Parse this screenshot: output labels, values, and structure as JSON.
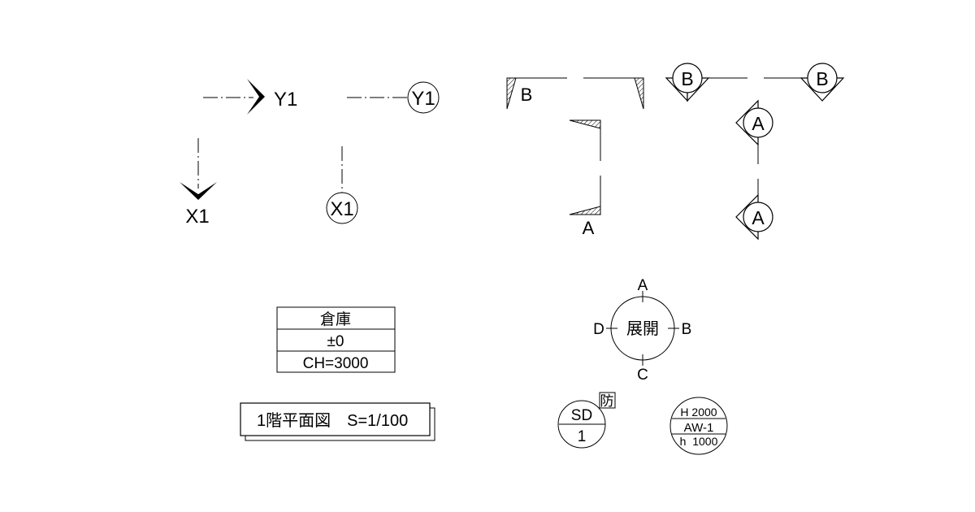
{
  "grid_axes": {
    "y_axis_label": "Y1",
    "x_axis_label": "X1",
    "y_axis_label_circled": "Y1",
    "x_axis_label_circled": "X1"
  },
  "section_marks": {
    "flag_label_b": "B",
    "flag_label_a": "A",
    "diamond_label_b_left": "B",
    "diamond_label_b_right": "B",
    "diamond_label_a_top": "A",
    "diamond_label_a_bottom": "A"
  },
  "room_tag": {
    "name": "倉庫",
    "floor_level": "±0",
    "ceiling_height": "CH=3000"
  },
  "drawing_title": "1階平面図　S=1/100",
  "elevation_key": {
    "center": "展開",
    "north": "A",
    "east": "B",
    "south": "C",
    "west": "D"
  },
  "door_tag": {
    "type": "SD",
    "number": "1",
    "fire_rating": "防"
  },
  "window_tag": {
    "height": "H 2000",
    "type": "AW-1",
    "sill_height": "h  1000"
  }
}
